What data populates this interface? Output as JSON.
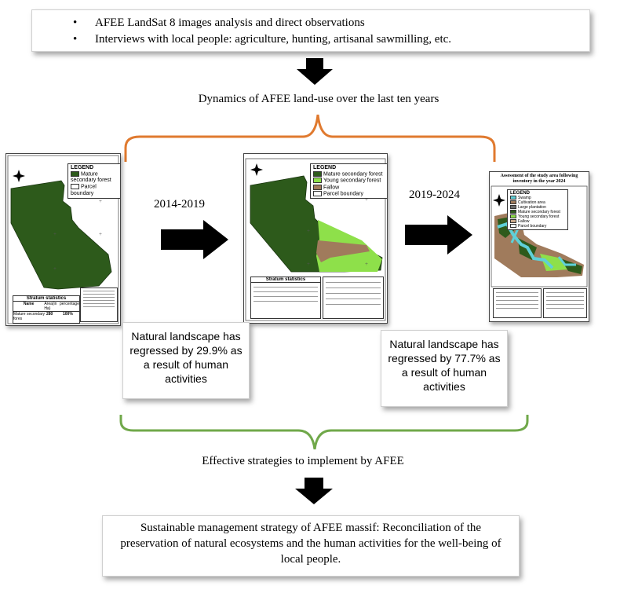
{
  "top_box": {
    "bullets": [
      "AFEE  LandSat 8 images analysis and direct observations",
      "Interviews with local people: agriculture, hunting, artisanal sawmilling, etc."
    ]
  },
  "dynamics_label": "Dynamics of AFEE land-use over the last ten years",
  "periods": [
    "2014-2019",
    "2019-2024"
  ],
  "map1": {
    "legend_title": "LEGEND",
    "legend_items": [
      "Mature secondary forest",
      "Parcel boundary"
    ],
    "table_title": "Stratum statistics",
    "table_headers": [
      "Name",
      "Area(in Ha)",
      "percentage"
    ],
    "table_row": [
      "Mature secondary fores",
      "280",
      "100%"
    ]
  },
  "map2": {
    "legend_title": "LEGEND",
    "legend_items": [
      "Mature secondary forest",
      "Young secondary forest",
      "Fallow",
      "Parcel boundary"
    ],
    "table_title": "Stratum statistics"
  },
  "map3": {
    "title": "Assessment of the study area following inventory in the year 2024",
    "legend_title": "LEGEND",
    "legend_items": [
      "Swamp",
      "Cultivation area",
      "Large plantation",
      "Mature secondary forest",
      "Young secondary forest",
      "Fallow",
      "Parcel boundary"
    ]
  },
  "notes": [
    "Natural landscape has regressed by 29.9% as a result of human activities",
    "Natural landscape has regressed by 77.7% as a result of human activities"
  ],
  "strategies_label": "Effective strategies to implement by AFEE",
  "bottom_box": "Sustainable management strategy of AFEE massif: Reconciliation of the preservation of natural ecosystems and the human activities for the well-being of local people.",
  "colors": {
    "orange_brace": "#e07a2f",
    "green_brace": "#70a84a",
    "mature_forest": "#2d5a1b",
    "young_forest": "#8ee04a",
    "fallow": "#a07b5c",
    "swamp": "#5fd0d8",
    "plantation": "#6a6a6a"
  }
}
